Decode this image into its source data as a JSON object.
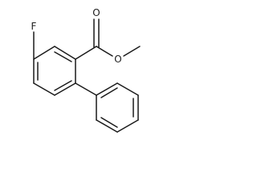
{
  "molecule": {
    "atom_labels": {
      "fluorine": "F",
      "carbonyl_oxygen": "O",
      "ester_oxygen": "O"
    }
  }
}
